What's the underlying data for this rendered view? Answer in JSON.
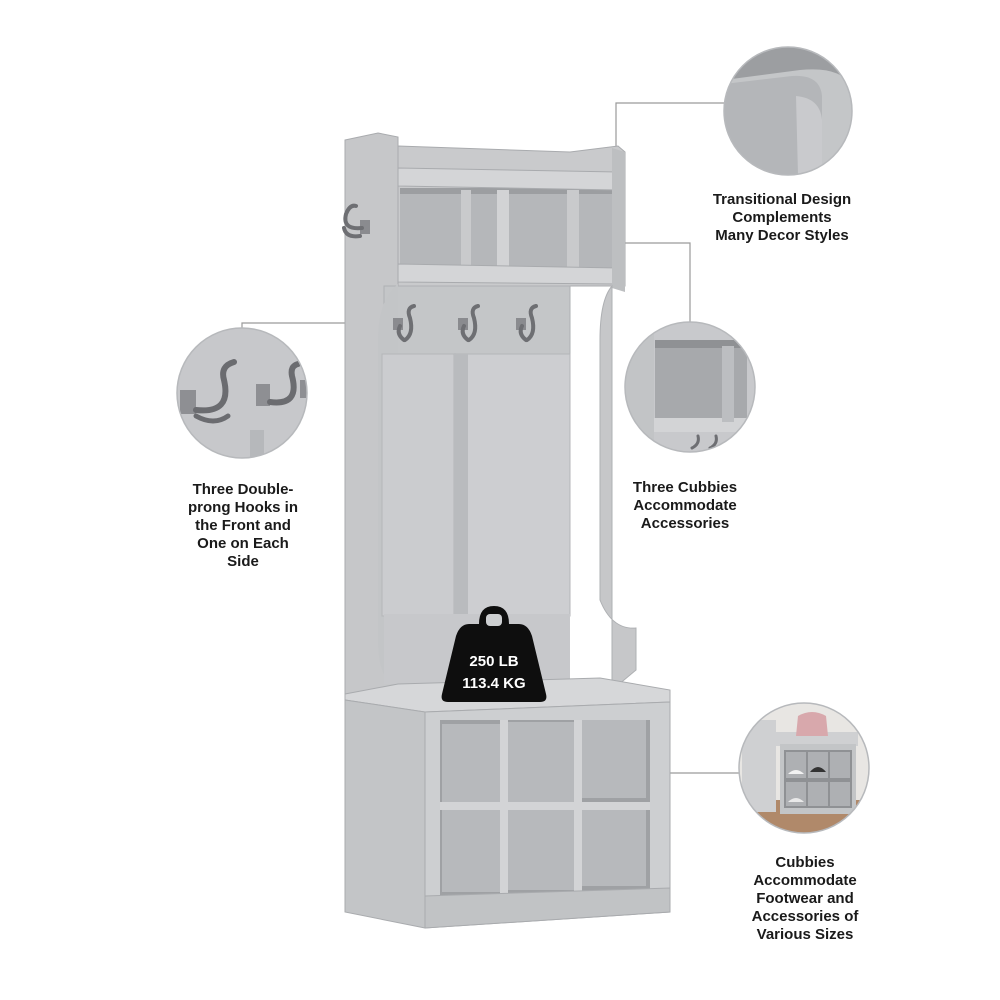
{
  "colors": {
    "cabinet": "#c9cacc",
    "cabinet_shadow": "#a9abae",
    "cabinet_dark": "#8e9093",
    "hardware": "#6e6f73",
    "weight_badge": "#0e0e0e",
    "leader_line": "#9a9a9a"
  },
  "weight_badge": {
    "line1": "250 LB",
    "line2": "113.4 KG",
    "icon": "weight-kettlebell-icon"
  },
  "callouts": {
    "design": {
      "lines": [
        "Transitional Design",
        "Complements",
        "Many Decor Styles"
      ]
    },
    "cubbies": {
      "lines": [
        "Three Cubbies",
        "Accommodate",
        "Accessories"
      ]
    },
    "hooks": {
      "lines": [
        "Three Double-",
        "prong Hooks in",
        "the Front and",
        "One on Each",
        "Side"
      ]
    },
    "footwear": {
      "lines": [
        "Cubbies",
        "Accommodate",
        "Footwear and",
        "Accessories of",
        "Various Sizes"
      ]
    }
  }
}
